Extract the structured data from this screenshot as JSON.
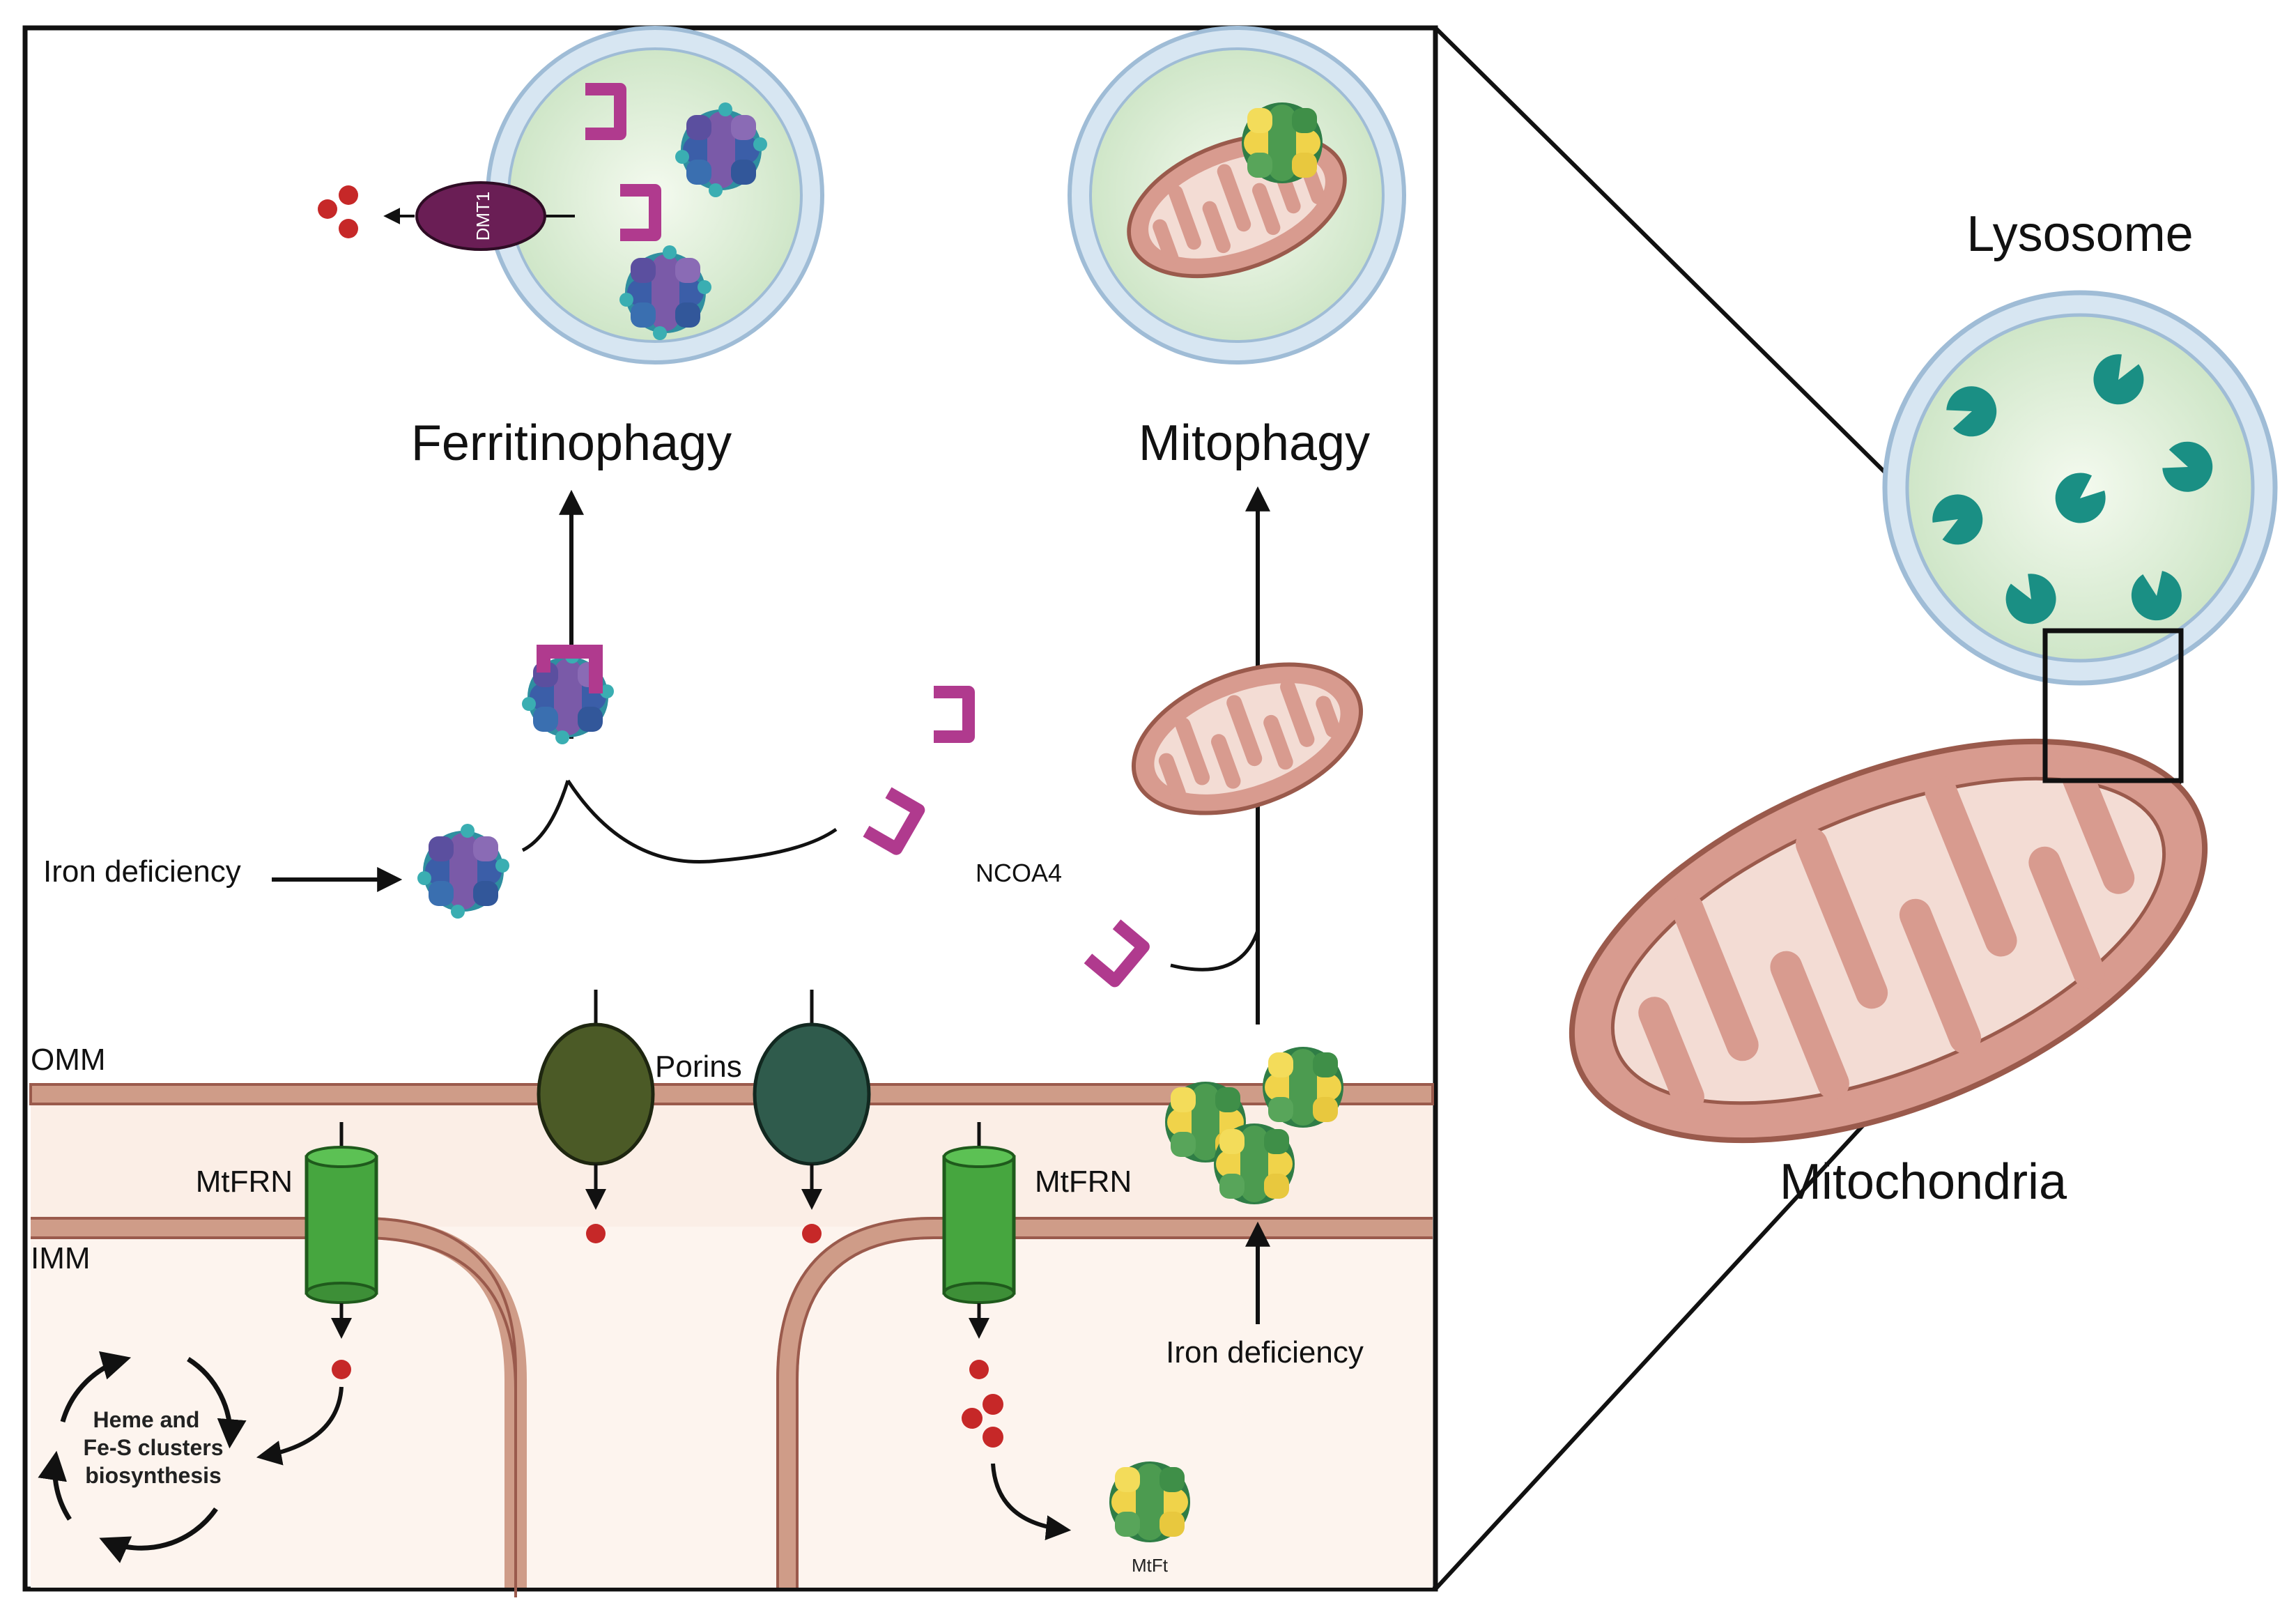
{
  "labels": {
    "lysosome": "Lysosome",
    "mitochondria": "Mitochondria",
    "ferritinophagy": "Ferritinophagy",
    "mitophagy": "Mitophagy",
    "iron_deficiency_left": "Iron deficiency",
    "iron_deficiency_right": "Iron deficiency",
    "ncoa4": "NCOA4",
    "omm": "OMM",
    "imm": "IMM",
    "porins": "Porins",
    "mtfrn_left": "MtFRN",
    "mtfrn_right": "MtFRN",
    "dmt1": "DMT1",
    "heme_line1": "Heme and",
    "heme_line2": "Fe-S clusters",
    "heme_line3": "biosynthesis",
    "mtft": "MtFt"
  },
  "colors": {
    "frame": "#111111",
    "lysosome_fill": "#e6f2df",
    "lysosome_ring": "#b8cfe3",
    "enzyme": "#1a8f84",
    "mito_fill": "#d89b8f",
    "mito_inner": "#f3dcd4",
    "membrane": "#b57b66",
    "intermembrane": "#fbeee6",
    "ferritin_blue": "#3b5ea8",
    "ferritin_purple": "#7a5aa8",
    "ferritin_teal": "#3aaeb2",
    "ncoa4": "#b03a8e",
    "dmt1": "#6a1e55",
    "porin_dark": "#4b5a26",
    "porin_teal": "#2f5b4c",
    "mtfrn": "#46a63f",
    "iron": "#c62828",
    "mtft_yellow": "#f0d34a",
    "mtft_green": "#3f8f48"
  },
  "icons": [
    "enzyme-icon",
    "ferritin-icon",
    "ncoa4-icon",
    "mitochondrion-icon",
    "iron-ion-icon",
    "porin-icon",
    "mtfrn-channel-icon",
    "mtft-icon",
    "dmt1-transporter-icon"
  ]
}
